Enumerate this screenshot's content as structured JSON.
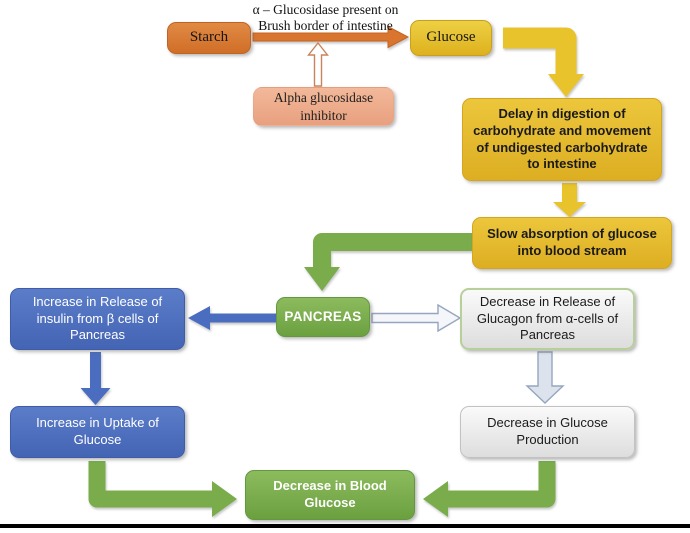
{
  "diagram": {
    "title": "Mechanism of alpha glucosidase inhibitor flowchart",
    "reaction_label": {
      "line1": "α – Glucosidase present on",
      "line2": "Brush border of intestine"
    },
    "nodes": {
      "starch": {
        "label": "Starch"
      },
      "glucose": {
        "label": "Glucose"
      },
      "inhibitor": {
        "label": "Alpha glucosidase inhibitor"
      },
      "delay": {
        "label": "Delay in digestion of carbohydrate and movement of undigested carbohydrate to intestine"
      },
      "slow_absorption": {
        "label": "Slow absorption of glucose into blood stream"
      },
      "pancreas": {
        "label": "PANCREAS"
      },
      "insulin_release": {
        "label": "Increase in Release of insulin from β cells of Pancreas"
      },
      "glucagon_release": {
        "label": "Decrease in Release of Glucagon from α-cells of Pancreas"
      },
      "glucose_uptake": {
        "label": "Increase in Uptake of Glucose"
      },
      "glucose_production": {
        "label": "Decrease in Glucose Production"
      },
      "blood_glucose": {
        "label": "Decrease in Blood Glucose"
      }
    },
    "edges": [
      {
        "from": "starch",
        "to": "glucose",
        "label": "α – Glucosidase present on Brush border of intestine",
        "color": "#d9752e",
        "style": "solid"
      },
      {
        "from": "inhibitor",
        "to": "starch-glucose-reaction",
        "color": "#ffffff",
        "style": "hollow-outline"
      },
      {
        "from": "glucose",
        "to": "delay",
        "color": "#e9c32b",
        "style": "elbow"
      },
      {
        "from": "delay",
        "to": "slow_absorption",
        "color": "#e9c32b",
        "style": "solid"
      },
      {
        "from": "slow_absorption",
        "to": "pancreas",
        "color": "#7aac4c",
        "style": "elbow"
      },
      {
        "from": "pancreas",
        "to": "insulin_release",
        "color": "#4a6dbf",
        "style": "solid"
      },
      {
        "from": "pancreas",
        "to": "glucagon_release",
        "color": "#f4f6f9",
        "style": "outlined"
      },
      {
        "from": "insulin_release",
        "to": "glucose_uptake",
        "color": "#4a6dbf",
        "style": "solid"
      },
      {
        "from": "glucagon_release",
        "to": "glucose_production",
        "color": "#dde3ed",
        "style": "outlined"
      },
      {
        "from": "glucose_uptake",
        "to": "blood_glucose",
        "color": "#7aac4c",
        "style": "elbow"
      },
      {
        "from": "glucose_production",
        "to": "blood_glucose",
        "color": "#7aac4c",
        "style": "elbow"
      }
    ],
    "colors": {
      "orange": "#d9752e",
      "gold": "#e2b92c",
      "salmon": "#eeab8c",
      "green": "#7aac4c",
      "blue": "#4a6dbf",
      "gray_box": "#e9e9e9",
      "glucagon_border_green": "#b7cf99",
      "outlined_arrow_stroke": "#96a5c0",
      "bottom_line": "#000000"
    }
  }
}
